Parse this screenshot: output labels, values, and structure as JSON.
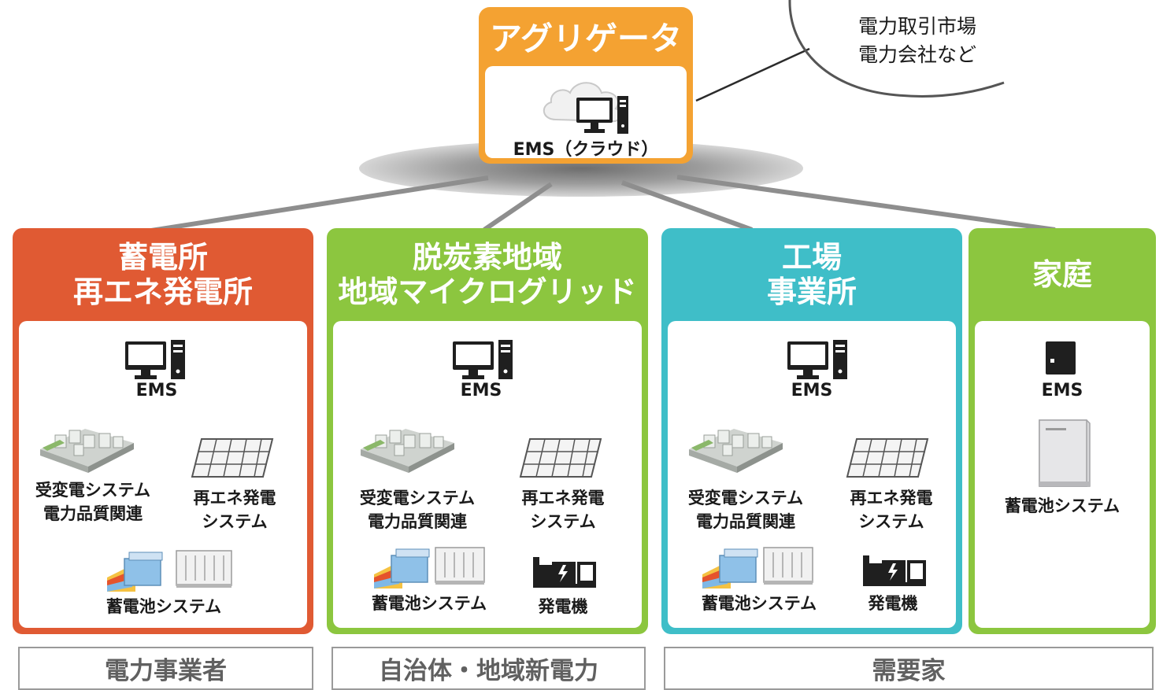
{
  "aggregator": {
    "title": "アグリゲータ",
    "ems_label": "EMS（クラウド）",
    "accent": "#F4A232"
  },
  "market": {
    "line1": "電力取引市場",
    "line2": "電力会社など"
  },
  "panels": [
    {
      "title_line1": "蓄電所",
      "title_line2": "再エネ発電所",
      "color": "#E05A33",
      "ems_label": "EMS",
      "substation_label_1": "受変電システム",
      "substation_label_2": "電力品質関連",
      "solar_label_1": "再エネ発電",
      "solar_label_2": "システム",
      "battery_label": "蓄電池システム"
    },
    {
      "title_line1": "脱炭素地域",
      "title_line2": "地域マイクログリッド",
      "color": "#8CC63F",
      "ems_label": "EMS",
      "substation_label_1": "受変電システム",
      "substation_label_2": "電力品質関連",
      "solar_label_1": "再エネ発電",
      "solar_label_2": "システム",
      "battery_label": "蓄電池システム",
      "generator_label": "発電機"
    },
    {
      "title_line1": "工場",
      "title_line2": "事業所",
      "color": "#3FBEC8",
      "ems_label": "EMS",
      "substation_label_1": "受変電システム",
      "substation_label_2": "電力品質関連",
      "solar_label_1": "再エネ発電",
      "solar_label_2": "システム",
      "battery_label": "蓄電池システム",
      "generator_label": "発電機"
    },
    {
      "title": "家庭",
      "color": "#8CC63F",
      "ems_label": "EMS",
      "battery_label": "蓄電池システム"
    }
  ],
  "categories": [
    "電力事業者",
    "自治体・地域新電力",
    "需要家"
  ]
}
